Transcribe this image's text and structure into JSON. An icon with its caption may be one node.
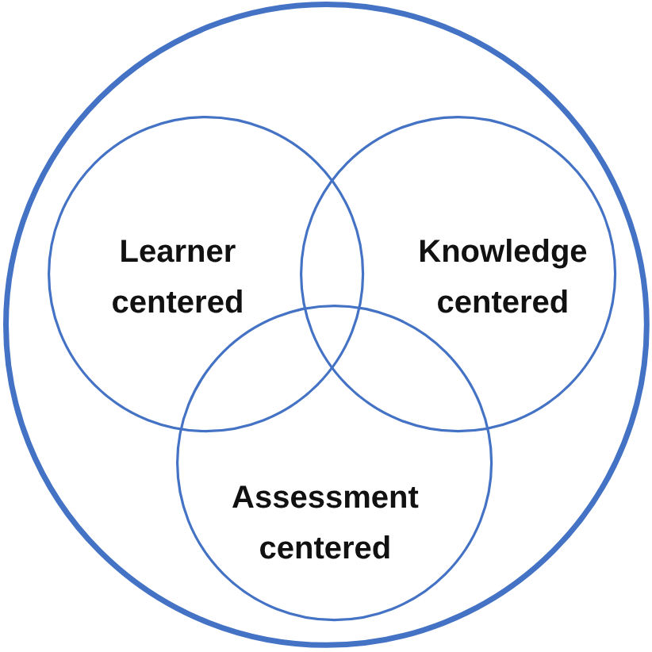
{
  "diagram": {
    "nodes": [
      {
        "text": [],
        "shape": "circle"
      },
      {
        "text": [
          "Learner centered"
        ],
        "in": 0
      },
      {
        "text": [
          "Knowledge centered"
        ],
        "in": 0
      },
      {
        "text": [
          "Assessment centered"
        ],
        "in": 0
      }
    ]
  }
}
